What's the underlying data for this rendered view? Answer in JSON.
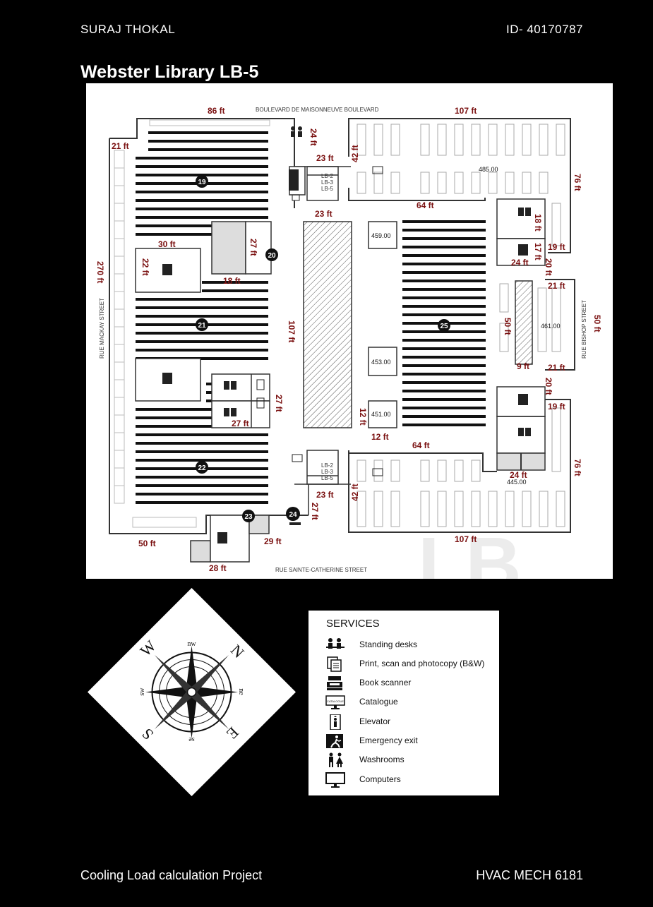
{
  "header": {
    "author": "SURAJ THOKAL",
    "student_id": "ID- 40170787"
  },
  "title": "Webster Library LB-5",
  "streets": {
    "north": "BOULEVARD DE MAISONNEUVE BOULEVARD",
    "south": "RUE SAINTE-CATHERINE STREET",
    "west": "RUE MACKAY STREET",
    "east": "RUE BISHOP STREET"
  },
  "zones": [
    "19",
    "20",
    "21",
    "22",
    "23",
    "24",
    "25"
  ],
  "rooms": [
    "485.00",
    "459.00",
    "453.00",
    "451.00",
    "461.00",
    "445.00"
  ],
  "elevator_labels": [
    "LB-2",
    "LB-3",
    "LB-5"
  ],
  "dimensions": {
    "d86": "86 ft",
    "d107a": "107 ft",
    "d21a": "21 ft",
    "d24a": "24 ft",
    "d23a": "23 ft",
    "d42a": "42 ft",
    "d76a": "76 ft",
    "d23b": "23 ft",
    "d64a": "64 ft",
    "d18a": "18 ft",
    "d17": "17 ft",
    "d19a": "19 ft",
    "d24b": "24 ft",
    "d20a": "20 ft",
    "d30": "30 ft",
    "d27a": "27 ft",
    "d22": "22 ft",
    "d270": "270 ft",
    "d18b": "18 ft",
    "d107v": "107 ft",
    "d21b": "21 ft",
    "d50a": "50 ft",
    "d50b": "50 ft",
    "d9": "9 ft",
    "d21c": "21 ft",
    "d20b": "20 ft",
    "d27b": "27 ft",
    "d27c": "27 ft",
    "d12a": "12 ft",
    "d12b": "12 ft",
    "d19b": "19 ft",
    "d64b": "64 ft",
    "d24c": "24 ft",
    "d76b": "76 ft",
    "d23c": "23 ft",
    "d42b": "42 ft",
    "d27d": "27 ft",
    "d50c": "50 ft",
    "d29": "29 ft",
    "d107b": "107 ft",
    "d28": "28 ft"
  },
  "compass": {
    "W": "W",
    "N": "N",
    "E": "E",
    "S": "S",
    "nw": "nw",
    "ne": "ne",
    "se": "se",
    "sw": "sw"
  },
  "legend": {
    "title": "SERVICES",
    "items": [
      {
        "icon": "standing-desk-icon",
        "label": "Standing desks"
      },
      {
        "icon": "print-scan-icon",
        "label": "Print, scan and photocopy (B&W)"
      },
      {
        "icon": "book-scanner-icon",
        "label": "Book scanner"
      },
      {
        "icon": "catalogue-icon",
        "label": "Catalogue"
      },
      {
        "icon": "elevator-icon",
        "label": "Elevator"
      },
      {
        "icon": "emergency-exit-icon",
        "label": "Emergency exit"
      },
      {
        "icon": "washroom-icon",
        "label": "Washrooms"
      },
      {
        "icon": "computer-icon",
        "label": "Computers"
      }
    ],
    "catalogue_screen_text": "CATALOGUE"
  },
  "footer": {
    "project": "Cooling Load calculation Project",
    "course": "HVAC MECH 6181"
  }
}
